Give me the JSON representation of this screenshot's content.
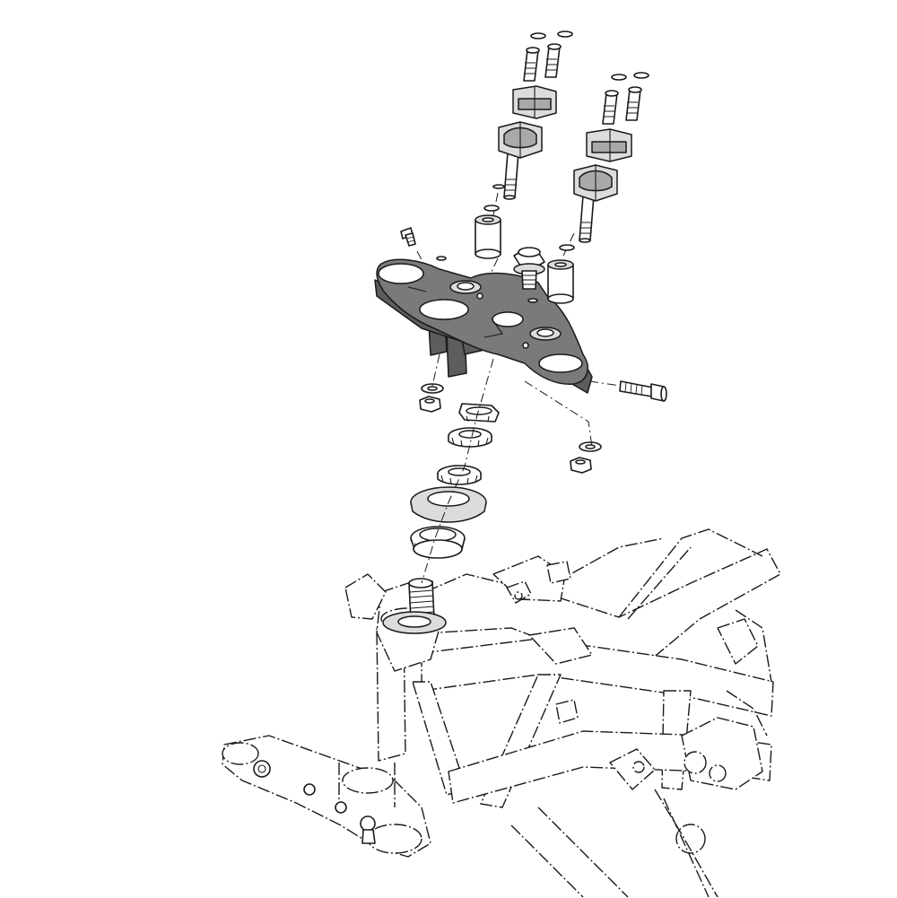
{
  "diagram": {
    "kind": "exploded-assembly-view",
    "style": "monochrome line art",
    "colors": {
      "line": "#1a1a1a",
      "background": "#ffffff",
      "triple_clamp_fill": "#7a7a7a",
      "part_shade_light": "#dcdcdc",
      "part_shade_mid": "#a9a9a9"
    },
    "components": [
      "handlebar-riser-left",
      "handlebar-riser-right",
      "riser-bolts",
      "riser-spacers",
      "top-triple-clamp",
      "stem-nut-bolt",
      "pinch-bolt",
      "lock-washers",
      "hex-nuts",
      "steering-stem-locknuts",
      "bearing-dust-seal",
      "taper-roller-bearing",
      "steering-stem",
      "motorcycle-frame",
      "lower-triple-clamp"
    ]
  }
}
